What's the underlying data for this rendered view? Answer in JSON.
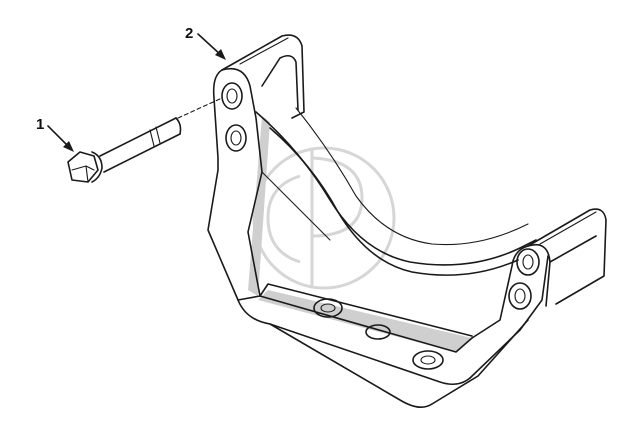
{
  "callouts": [
    {
      "number": "1",
      "part": "bolt"
    },
    {
      "number": "2",
      "part": "bracket"
    }
  ],
  "colors": {
    "line": "#1a1a1a",
    "shade": "#cfcfcf",
    "watermark": "#d6d6d6",
    "background": "#ffffff"
  }
}
